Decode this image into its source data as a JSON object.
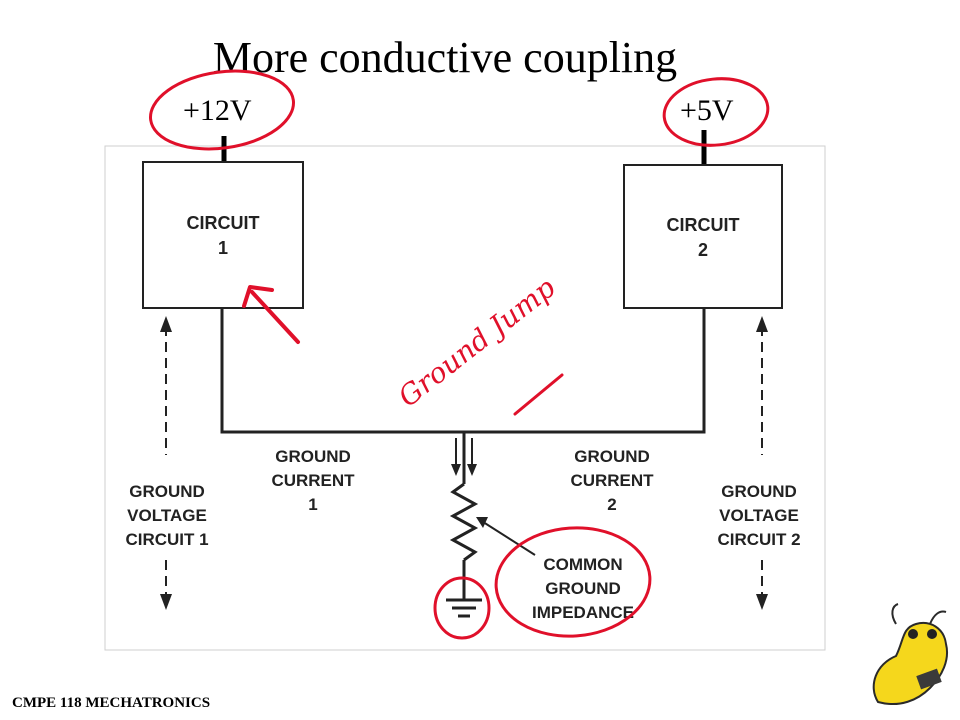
{
  "title": "More conductive coupling",
  "supplies": {
    "left": "+12V",
    "right": "+5V"
  },
  "circuits": [
    {
      "line1": "CIRCUIT",
      "line2": "1"
    },
    {
      "line1": "CIRCUIT",
      "line2": "2"
    }
  ],
  "ground_current_left": [
    "GROUND",
    "CURRENT",
    "1"
  ],
  "ground_current_right": [
    "GROUND",
    "CURRENT",
    "2"
  ],
  "ground_voltage_left": [
    "GROUND",
    "VOLTAGE",
    "CIRCUIT 1"
  ],
  "ground_voltage_right": [
    "GROUND",
    "VOLTAGE",
    "CIRCUIT 2"
  ],
  "impedance_label": [
    "COMMON",
    "GROUND",
    "IMPEDANCE"
  ],
  "handwritten_note": "Ground Jump",
  "footer": "CMPE 118 MECHATRONICS",
  "colors": {
    "annotation": "#e0102a",
    "line": "#111111",
    "panel_border": "#cfcfcf"
  }
}
